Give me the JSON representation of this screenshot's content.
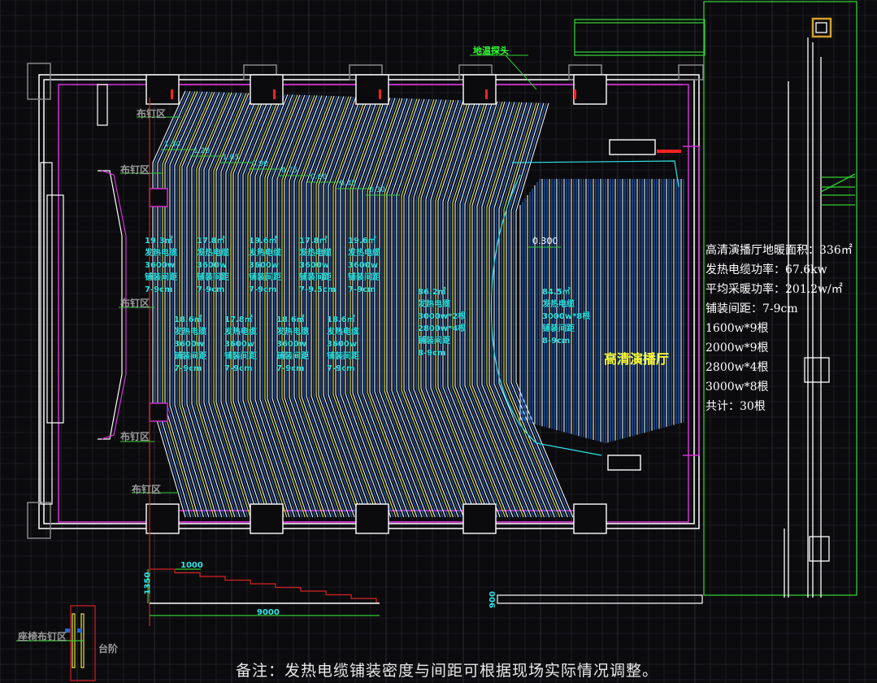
{
  "drawing": {
    "hall_name": "高清演播厅",
    "sensor_label": "地温探头",
    "elevation_label": "0.300",
    "nail_zone_label": "布钉区",
    "seat_nail_zone_label": "座椅布钉区",
    "step_label": "台阶",
    "note": "备注：发热电缆铺装密度与间距可根据现场实际情况调整。",
    "summary": [
      "高清演播厅地暖面积：336㎡",
      "发热电缆功率：67.6kw",
      "平均采暖功率：201.2w/㎡",
      "铺装间距：7-9cm",
      "1600w*9根",
      "2000w*9根",
      "2800w*4根",
      "3000w*8根",
      "共计：30根"
    ],
    "zones_top_row": [
      {
        "area": "19.3㎡",
        "l1": "发热电缆",
        "l2": "3600w",
        "l3": "铺装间距",
        "l4": "7-9cm"
      },
      {
        "area": "17.8㎡",
        "l1": "发热电缆",
        "l2": "3600w",
        "l3": "铺装间距",
        "l4": "7-9cm"
      },
      {
        "area": "19.6㎡",
        "l1": "发热电缆",
        "l2": "3600w",
        "l3": "铺装间距",
        "l4": "7-9cm"
      },
      {
        "area": "17.8㎡",
        "l1": "发热电缆",
        "l2": "3600w",
        "l3": "铺装间距",
        "l4": "7-9.5cm"
      },
      {
        "area": "19.6㎡",
        "l1": "发热电缆",
        "l2": "3600w",
        "l3": "铺装间距",
        "l4": "7-9cm"
      }
    ],
    "zones_bottom_row": [
      {
        "area": "18.6㎡",
        "l1": "发热电缆",
        "l2": "3600w",
        "l3": "铺装间距",
        "l4": "7-9cm"
      },
      {
        "area": "17.8㎡",
        "l1": "发热电缆",
        "l2": "3600w",
        "l3": "铺装间距",
        "l4": "7-9cm"
      },
      {
        "area": "18.6㎡",
        "l1": "发热电缆",
        "l2": "3600w",
        "l3": "铺装间距",
        "l4": "7-9cm"
      },
      {
        "area": "18.6㎡",
        "l1": "发热电缆",
        "l2": "3600w",
        "l3": "铺装间距",
        "l4": "7-9cm"
      }
    ],
    "zone_middle": {
      "area": "86.2㎡",
      "l1": "发热电缆",
      "l2": "3000w*2根",
      "l3": "2800w*4根",
      "l4": "铺装间距",
      "l5": "8-9cm"
    },
    "zone_stage": {
      "area": "84.5㎡",
      "l1": "发热电缆",
      "l2": "3000w*8根",
      "l3": "铺装间距",
      "l4": "8-9cm"
    },
    "step_elevations": [
      "1.50",
      "1.20",
      "1.05",
      "0.90",
      "0.75",
      "0.60",
      "0.45",
      "0.30"
    ],
    "section": {
      "step_width": "1000",
      "total_height": "1350",
      "total_length": "9000"
    },
    "small_dim": "900"
  },
  "colors": {
    "background": "#0b0b0e",
    "grid": "#2a2a33",
    "wall": "#ffffff",
    "magenta": "#d633d6",
    "cable_white": "#f2f2f2",
    "cable_blue": "#1f6bd6",
    "cable_yellow": "#e6e633",
    "cyan": "#2ee6e6",
    "green": "#33cc33",
    "red": "#d62222"
  }
}
